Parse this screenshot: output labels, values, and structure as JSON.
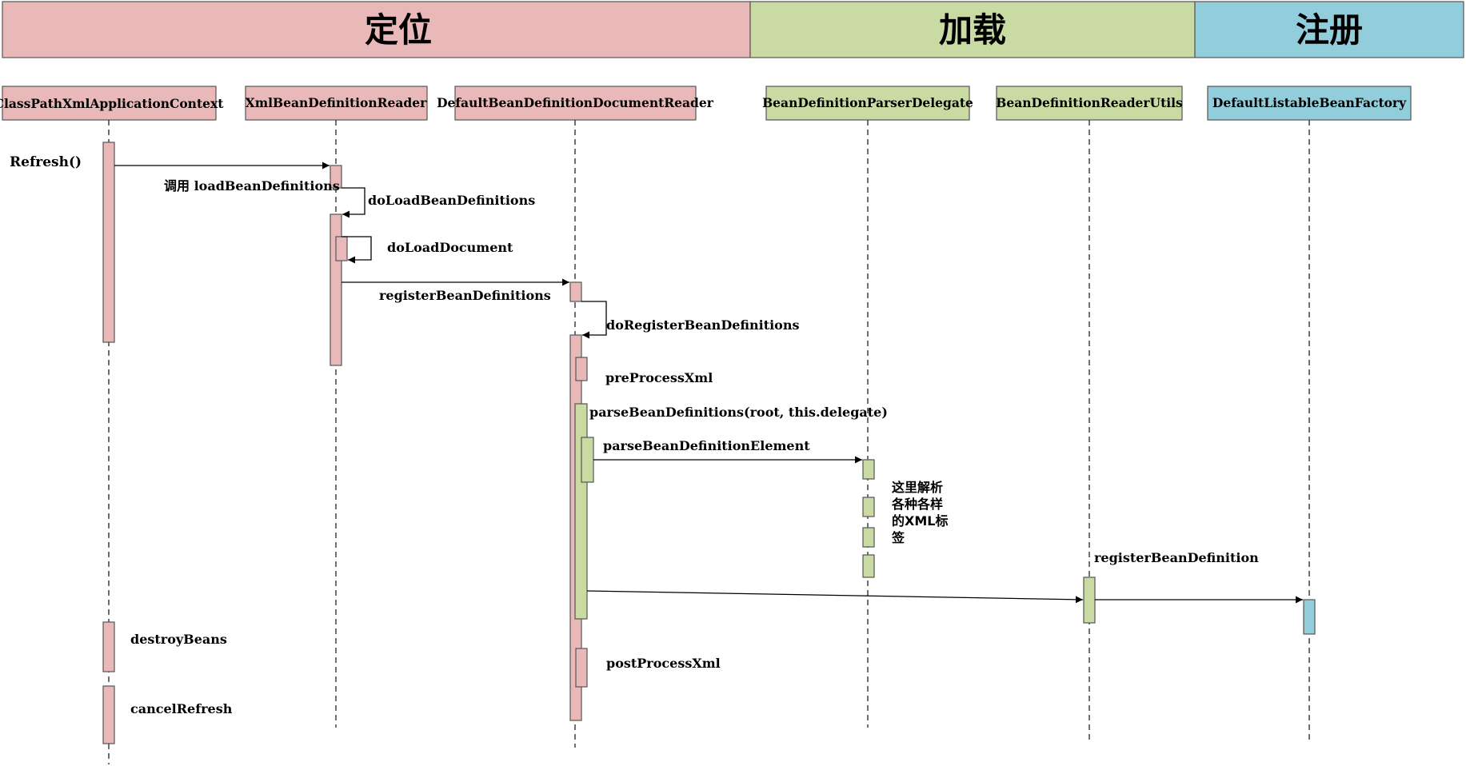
{
  "colors": {
    "locate": "#e8b9b8",
    "load": "#c9dba3",
    "register": "#92cddc",
    "border": "#555555",
    "line": "#000000"
  },
  "phases": [
    {
      "key": "locate",
      "label": "定位"
    },
    {
      "key": "load",
      "label": "加载"
    },
    {
      "key": "register",
      "label": "注册"
    }
  ],
  "lifelines": [
    {
      "key": "ctx",
      "label": "ClassPathXmlApplicationContext",
      "phase": "locate"
    },
    {
      "key": "reader",
      "label": "XmlBeanDefinitionReader",
      "phase": "locate"
    },
    {
      "key": "docreader",
      "label": "DefaultBeanDefinitionDocumentReader",
      "phase": "locate"
    },
    {
      "key": "delegate",
      "label": "BeanDefinitionParserDelegate",
      "phase": "load"
    },
    {
      "key": "utils",
      "label": "BeanDefinitionReaderUtils",
      "phase": "load"
    },
    {
      "key": "factory",
      "label": "DefaultListableBeanFactory",
      "phase": "register"
    }
  ],
  "messages": {
    "refresh": "Refresh()",
    "call_load": "调用 loadBeanDefinitions",
    "do_load": "doLoadBeanDefinitions",
    "do_load_doc": "doLoadDocument",
    "register_defs": "registerBeanDefinitions",
    "do_register": "doRegisterBeanDefinitions",
    "pre_process": "preProcessXml",
    "parse_defs": "parseBeanDefinitions(root, this.delegate)",
    "parse_element": "parseBeanDefinitionElement",
    "register_def": "registerBeanDefinition",
    "post_process": "postProcessXml",
    "destroy": "destroyBeans",
    "cancel": "cancelRefresh"
  },
  "note": {
    "lines": [
      "这里解析",
      "各种各样",
      "的XML标",
      "签"
    ]
  }
}
